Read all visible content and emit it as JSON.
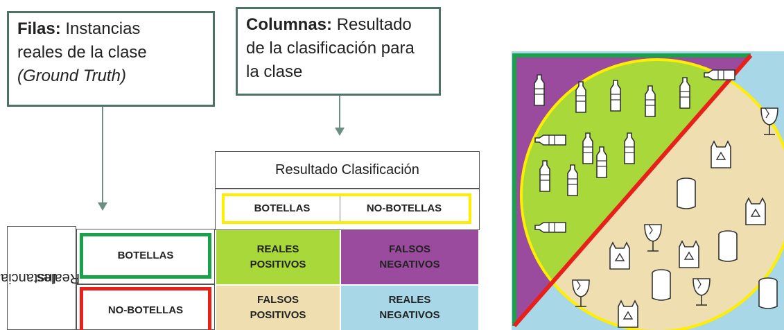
{
  "callouts": {
    "rows": {
      "title": "Filas:",
      "line1": "Instancias",
      "line2": "reales de la clase",
      "line3": "(Ground Truth)"
    },
    "columns": {
      "title": "Columnas:",
      "line1": "Resultado",
      "line2": "de la clasificación para",
      "line3": "la clase"
    }
  },
  "matrix": {
    "header": "Resultado Clasificación",
    "col_labels": [
      "BOTELLAS",
      "NO-BOTELLAS"
    ],
    "row_header_line1": "Instancias",
    "row_header_line2": "Reales",
    "row_labels": [
      "BOTELLAS",
      "NO-BOTELLAS"
    ],
    "cells": {
      "tp": {
        "line1": "REALES",
        "line2": "POSITIVOS"
      },
      "fn": {
        "line1": "FALSOS",
        "line2": "NEGATIVOS"
      },
      "fp": {
        "line1": "FALSOS",
        "line2": "POSITIVOS"
      },
      "tn": {
        "line1": "REALES",
        "line2": "NEGATIVOS"
      }
    }
  },
  "colors": {
    "true_positive": "#a8d83a",
    "false_negative": "#9a4b9e",
    "false_positive": "#efdfb0",
    "true_negative": "#a8d8e8",
    "positive_outline": "#1aa24a",
    "negative_outline": "#e8201a",
    "prediction_outline": "#ffee00",
    "callout_border": "#4e7263"
  },
  "illustration": {
    "bottle_icon": "bottle-icon",
    "can_icon": "can-icon",
    "glass_icon": "broken-glass-icon",
    "bag_icon": "recycling-bag-icon"
  }
}
